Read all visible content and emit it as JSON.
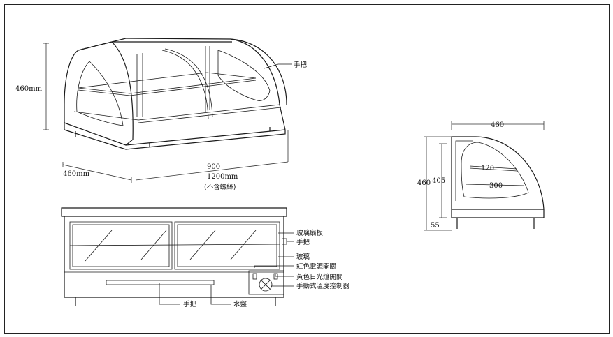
{
  "perspective_view": {
    "height_dim": "460mm",
    "depth_dim": "460mm",
    "width_dim_1": "900",
    "width_dim_2": "1200mm",
    "width_note": "(不含螺絲)",
    "handle_label": "手把"
  },
  "side_view": {
    "depth_dim": "460",
    "height_dim": "460",
    "inner_height_dim": "405",
    "shelf_depth_1": "120",
    "shelf_depth_2": "300",
    "leg_dim": "55"
  },
  "front_view": {
    "callouts": [
      "玻璃扇板",
      "手把",
      "玻璃",
      "紅色電源開關",
      "黃色日光燈開關",
      "手動式溫度控制器"
    ],
    "bottom_labels": {
      "handle": "手把",
      "water_tray": "水盤"
    }
  }
}
